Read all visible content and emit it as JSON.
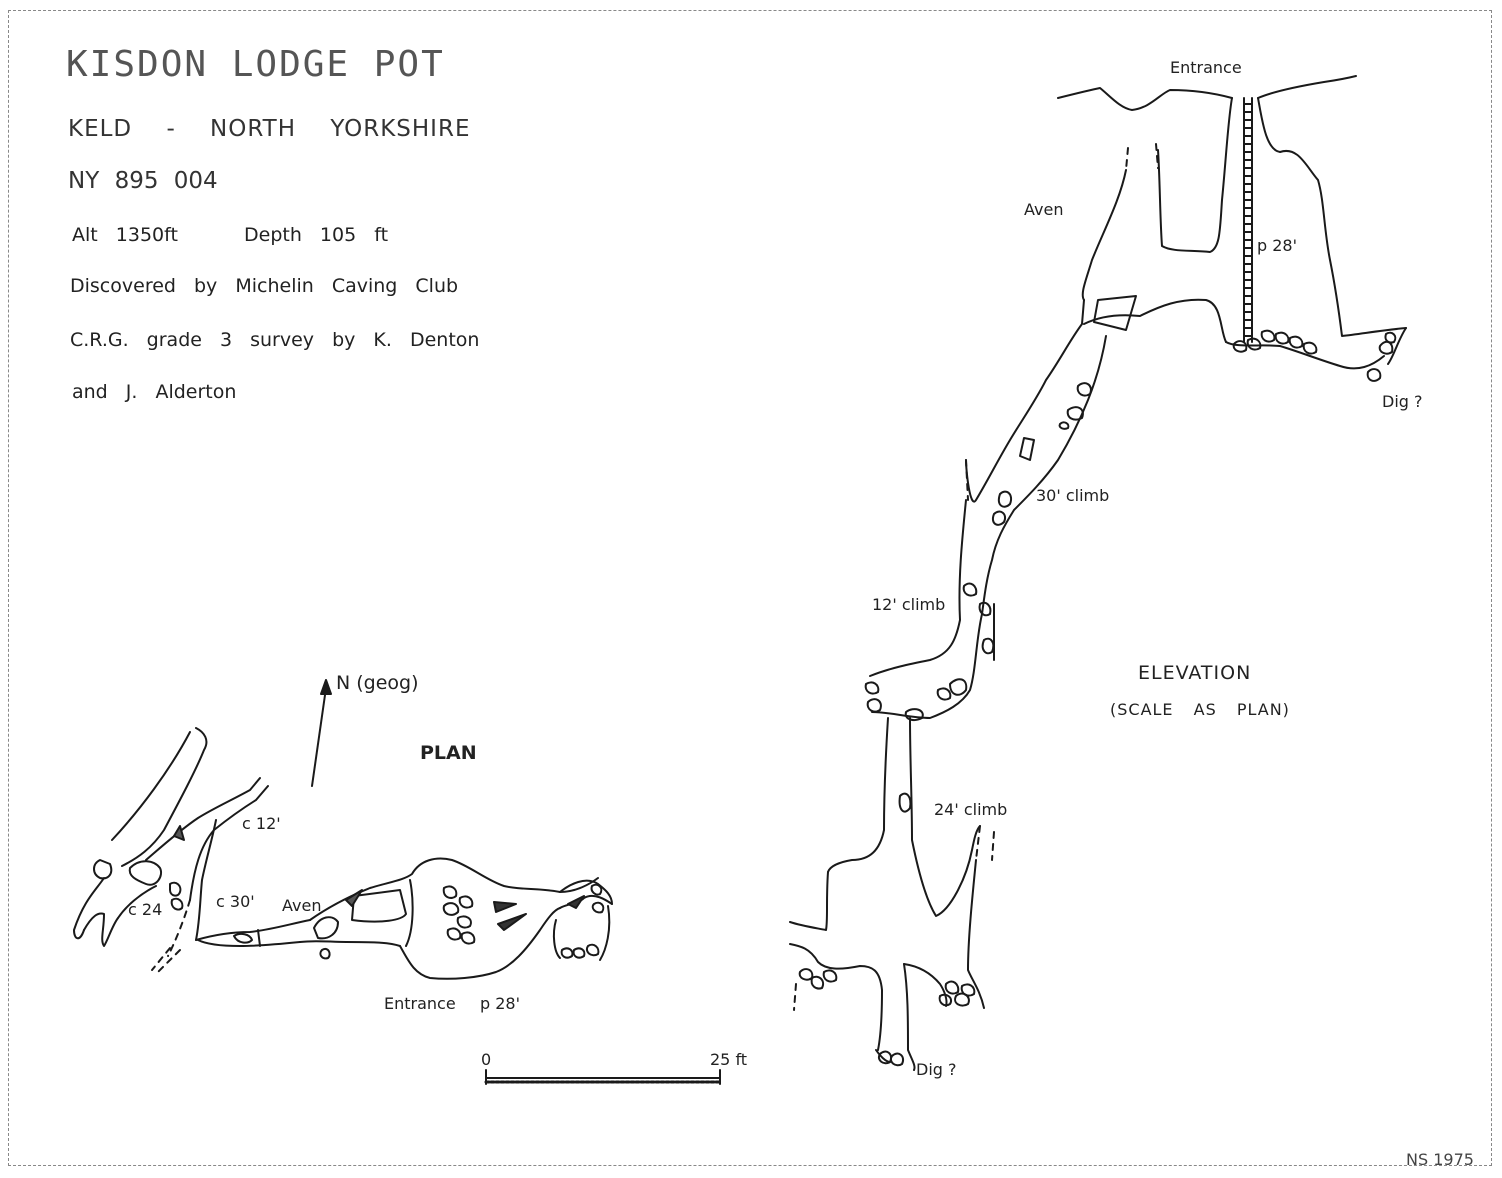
{
  "header": {
    "title": "KISDON LODGE POT",
    "location": "KELD - NORTH YORKSHIRE",
    "grid_ref": "NY 895 004",
    "altitude": "Alt 1350ft",
    "depth": "Depth 105 ft",
    "discovered": "Discovered by Michelin Caving Club",
    "survey": "C.R.G. grade 3 survey by K. Denton",
    "survey_cont": "and J. Alderton"
  },
  "plan": {
    "title": "PLAN",
    "north": "N (geog)",
    "labels": {
      "c12": "c 12'",
      "c24": "c 24",
      "c30": "c 30'",
      "aven": "Aven",
      "entrance": "Entrance",
      "p28": "p 28'"
    },
    "scale": {
      "start": "0",
      "end": "25 ft"
    }
  },
  "elevation": {
    "title": "ELEVATION",
    "subtitle": "(SCALE AS PLAN)",
    "labels": {
      "entrance": "Entrance",
      "aven": "Aven",
      "p28": "p 28'",
      "dig_top": "Dig ?",
      "climb30": "30' climb",
      "climb12": "12' climb",
      "climb24": "24' climb",
      "dig_bottom": "Dig ?"
    }
  },
  "footer": {
    "credit": "NS 1975"
  }
}
